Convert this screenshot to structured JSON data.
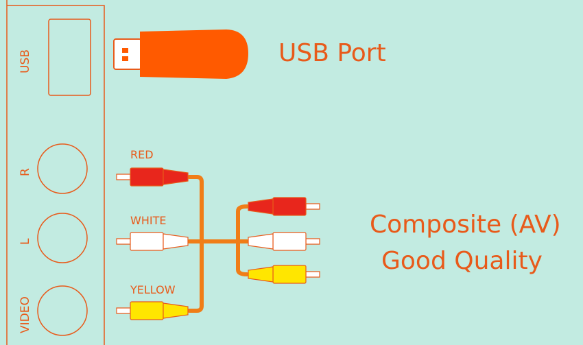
{
  "panel": {
    "labels": {
      "usb": "USB",
      "right": "R",
      "left": "L",
      "video": "VIDEO"
    }
  },
  "usb": {
    "title": "USB Port"
  },
  "av": {
    "plug_labels": {
      "red": "RED",
      "white": "WHITE",
      "yellow": "YELLOW"
    },
    "title_line1": "Composite (AV)",
    "title_line2": "Good Quality"
  },
  "colors": {
    "background": "#c2ebe1",
    "accent": "#e85a1a",
    "usb_stick": "#ff5a00",
    "plug_red": "#e8261c",
    "plug_white": "#ffffff",
    "plug_yellow": "#ffe600"
  },
  "icons": [
    "usb-stick-icon",
    "rca-plug-icon",
    "rca-cable-icon"
  ]
}
